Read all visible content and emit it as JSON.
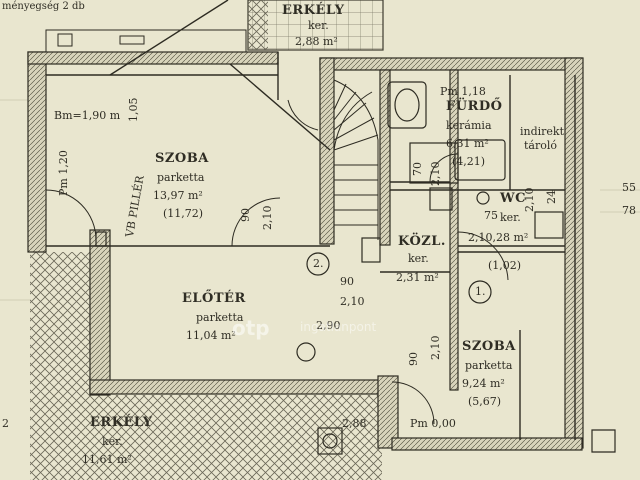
{
  "rooms": {
    "balcony_top": {
      "name": "ERKÉLY",
      "floor": "ker.",
      "area": "2,88 m²"
    },
    "szoba_left": {
      "name": "SZOBA",
      "floor": "parketta",
      "area": "13,97 m²",
      "sub_area": "(11,72)"
    },
    "furdo": {
      "name": "FÜRDŐ",
      "floor": "kerámia",
      "area": "6,31 m²",
      "sub_area": "(4,21)",
      "ceiling": "Pm 1,18"
    },
    "storage": {
      "label_1": "indirekt",
      "label_2": "tároló"
    },
    "wc": {
      "name": "WC",
      "floor": "ker.",
      "area": "2,10,28 m²",
      "sub_area": "(1,02)"
    },
    "kozl": {
      "name": "KÖZL.",
      "floor": "ker.",
      "area": "2,31 m²"
    },
    "eloter": {
      "name": "ELŐTÉR",
      "floor": "parketta",
      "area": "11,04 m²"
    },
    "szoba_right": {
      "name": "SZOBA",
      "floor": "parketta",
      "area": "9,24 m²",
      "sub_area": "(5,67)"
    },
    "balcony_bottom": {
      "name": "ERKÉLY",
      "floor": "ker.",
      "area": "11,61 m²"
    }
  },
  "annotations": {
    "top_left": "ményegség 2 db",
    "bm": "Bm=1,90 m",
    "bm_v": "1,05",
    "pm_left": "Pm 1,20",
    "pillar": "VB PILLÉR",
    "pm_bottom": "Pm 0,00",
    "circle_1": "1.",
    "circle_2": "2.",
    "right_55": "55",
    "right_78": "78",
    "edge_2": "2",
    "bottom_288": "2,88"
  },
  "dimensions": {
    "d90_a": "90",
    "d210_a": "2,10",
    "d90_b": "90",
    "d210_b": "2,10",
    "d290": "2,90",
    "d90_c": "90",
    "d210_c": "2,10",
    "d70": "70",
    "d210_d": "2,10",
    "d210_e": "2,10",
    "d24": "24",
    "d75": "75"
  },
  "watermark": {
    "brand": "otp",
    "suffix": "ingatlanpont"
  }
}
